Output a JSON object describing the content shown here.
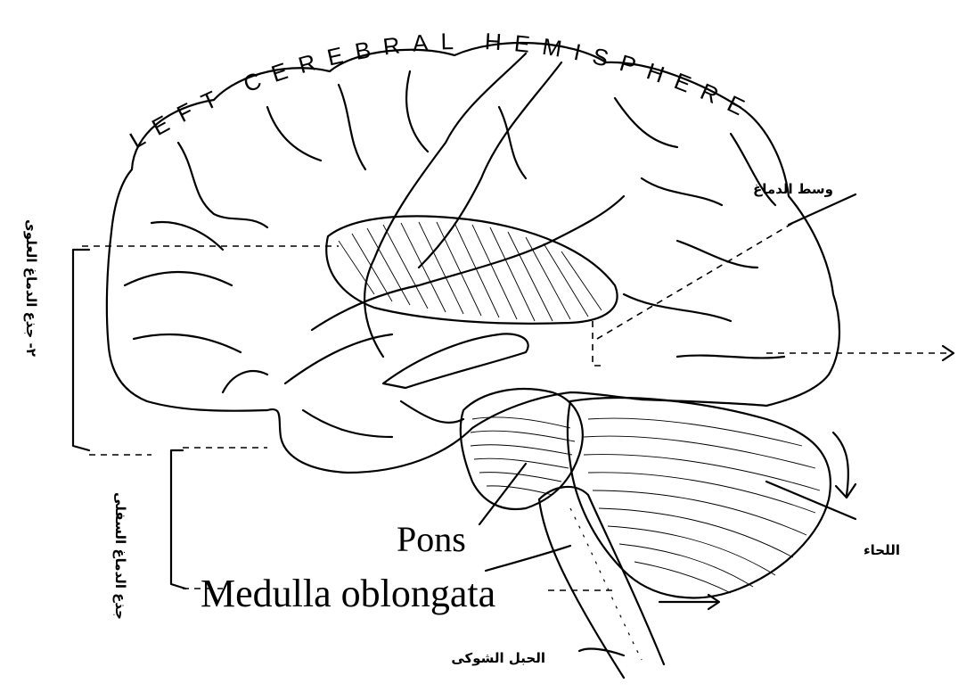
{
  "labels": {
    "hemisphere": "LEFT CEREBRAL HEMISPHERE",
    "pons": "Pons",
    "medulla": "Medulla oblongata",
    "midbrain": "وسط الدماغ",
    "cerebellum": "اللحاء",
    "spinal_cord": "الحبل الشوكى",
    "upper_brainstem": "٢- جذع الدماغ العلوى",
    "lower_brainstem": "جذع الدماغ السفلى"
  }
}
